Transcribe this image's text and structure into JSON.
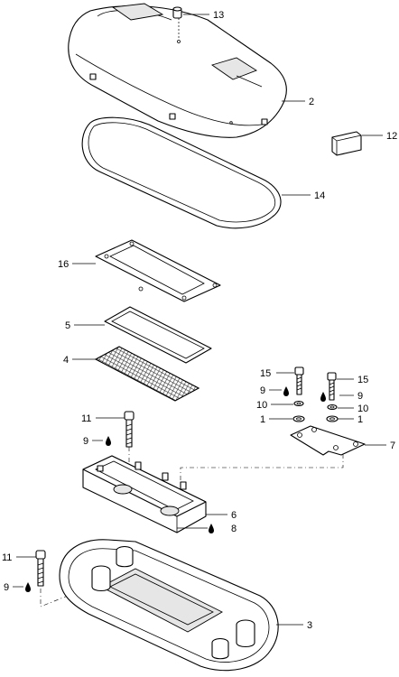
{
  "labels": {
    "p13": "13",
    "p2": "2",
    "p12": "12",
    "p14": "14",
    "p16": "16",
    "p5": "5",
    "p4": "4",
    "p15a": "15",
    "p15b": "15",
    "p9a": "9",
    "p9b": "9",
    "p10a": "10",
    "p10b": "10",
    "p1a": "1",
    "p1b": "1",
    "p7": "7",
    "p11a": "11",
    "p9c": "9",
    "p6": "6",
    "p8": "8",
    "p11b": "11",
    "p9d": "9",
    "p3": "3"
  }
}
